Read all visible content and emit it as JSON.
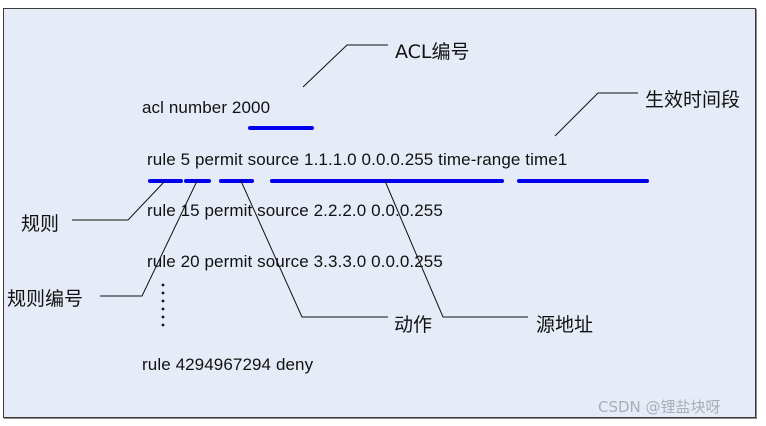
{
  "diagram": {
    "title": "ACL rule structure",
    "colors": {
      "background": "#e6ecf7",
      "border": "#3a3a3a",
      "highlight": "#0000ee",
      "leader_line": "#111111",
      "text": "#111111",
      "watermark": "#a9aeb6"
    },
    "code_lines": {
      "acl_number": "acl number 2000",
      "rule_5": "rule 5 permit source 1.1.1.0 0.0.0.255 time-range time1",
      "rule_15": "rule 15 permit source 2.2.2.0 0.0.0.255",
      "rule_20": "rule 20 permit source 3.3.3.0 0.0.0.255",
      "ellipsis": "⋮",
      "rule_default": "rule 4294967294 deny"
    },
    "labels": {
      "acl_id": "ACL编号",
      "time_range": "生效时间段",
      "rule": "规则",
      "rule_id": "规则编号",
      "action": "动作",
      "source_address": "源地址"
    },
    "highlighted_segments": [
      {
        "target": "2000",
        "meaning": "ACL编号"
      },
      {
        "target": "rule",
        "meaning": "规则"
      },
      {
        "target": "5",
        "meaning": "规则编号"
      },
      {
        "target": "permit",
        "meaning": "动作"
      },
      {
        "target": "source 1.1.1.0 0.0.0.255",
        "meaning": "源地址"
      },
      {
        "target": "time-range time1",
        "meaning": "生效时间段"
      }
    ],
    "watermark": "CSDN @锂盐块呀"
  }
}
